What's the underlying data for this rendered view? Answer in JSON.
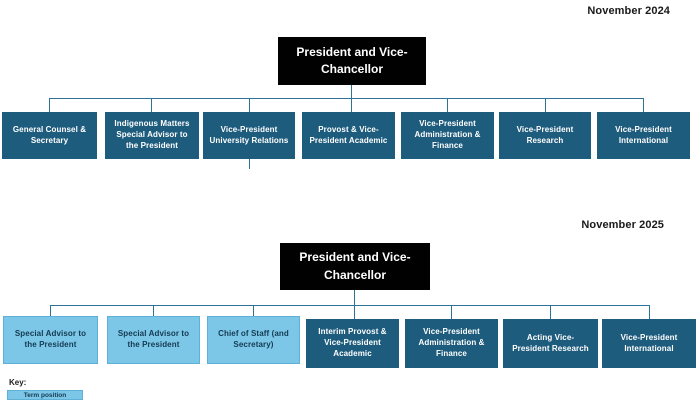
{
  "colors": {
    "dark_box": "#1E5C7D",
    "dark_box_text": "#FFFFFF",
    "term_box": "#7CC7E8",
    "term_box_border": "#5FB0D6",
    "term_box_text": "#143A50",
    "president_box": "#010101",
    "connector": "#2E7296"
  },
  "charts": [
    {
      "date_label": "November 2024",
      "root": {
        "label": "President and Vice-Chancellor"
      },
      "children": [
        {
          "label": "General Counsel & Secretary",
          "variant": "regular"
        },
        {
          "label": "Indigenous Matters Special Advisor to the President",
          "variant": "regular"
        },
        {
          "label": "Vice-President University Relations",
          "variant": "regular",
          "has_stub_below": true
        },
        {
          "label": "Provost & Vice-President Academic",
          "variant": "regular"
        },
        {
          "label": "Vice-President Administration & Finance",
          "variant": "regular"
        },
        {
          "label": "Vice-President Research",
          "variant": "regular"
        },
        {
          "label": "Vice-President International",
          "variant": "regular"
        }
      ]
    },
    {
      "date_label": "November 2025",
      "root": {
        "label": "President and Vice-Chancellor"
      },
      "children": [
        {
          "label": "Special Advisor to the President",
          "variant": "term"
        },
        {
          "label": "Special Advisor to the President",
          "variant": "term"
        },
        {
          "label": "Chief of Staff (and Secretary)",
          "variant": "term"
        },
        {
          "label": "Interim Provost & Vice-President Academic",
          "variant": "regular"
        },
        {
          "label": "Vice-President Administration & Finance",
          "variant": "regular"
        },
        {
          "label": "Acting Vice-President Research",
          "variant": "regular"
        },
        {
          "label": "Vice-President International",
          "variant": "regular"
        }
      ]
    }
  ],
  "key": {
    "label": "Key:",
    "term_swatch_label": "Term position"
  }
}
